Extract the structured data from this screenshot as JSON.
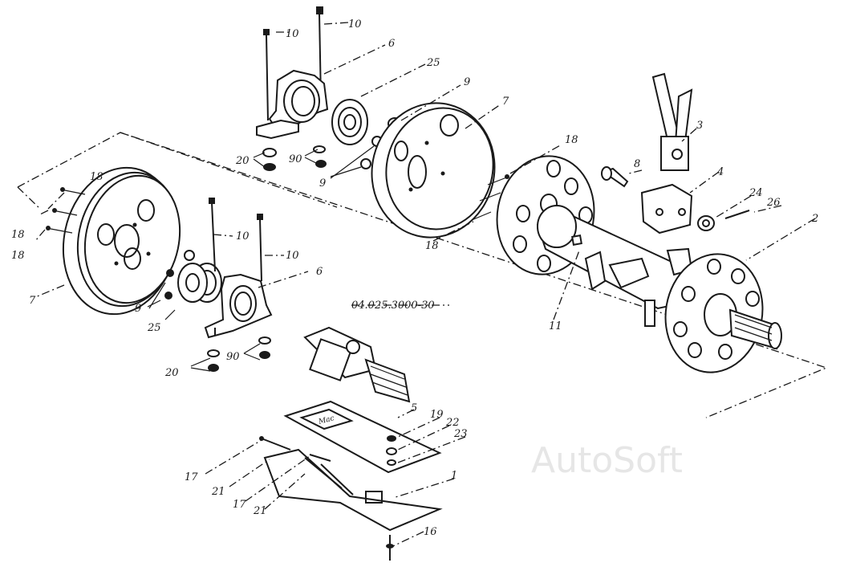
{
  "watermark": "AutoSoft",
  "part_number": "04.025.3000-30",
  "callouts": {
    "c1": "1",
    "c2": "2",
    "c3": "3",
    "c4": "4",
    "c5": "5",
    "c6a": "6",
    "c6b": "6",
    "c7a": "7",
    "c7b": "7",
    "c8": "8",
    "c9a": "9",
    "c9b": "9",
    "c9c": "9",
    "c10a": "10",
    "c10b": "10",
    "c10c": "10",
    "c10d": "10",
    "c11": "11",
    "c16": "16",
    "c17a": "17",
    "c17b": "17",
    "c18a": "18",
    "c18b": "18",
    "c18c": "18",
    "c18d": "18",
    "c18e": "18",
    "c19": "19",
    "c20a": "20",
    "c20b": "20",
    "c90a": "90",
    "c90b": "90",
    "c21a": "21",
    "c21b": "21",
    "c22": "22",
    "c23": "23",
    "c24": "24",
    "c25a": "25",
    "c25b": "25",
    "c26": "26"
  },
  "plate_label": "Mac"
}
